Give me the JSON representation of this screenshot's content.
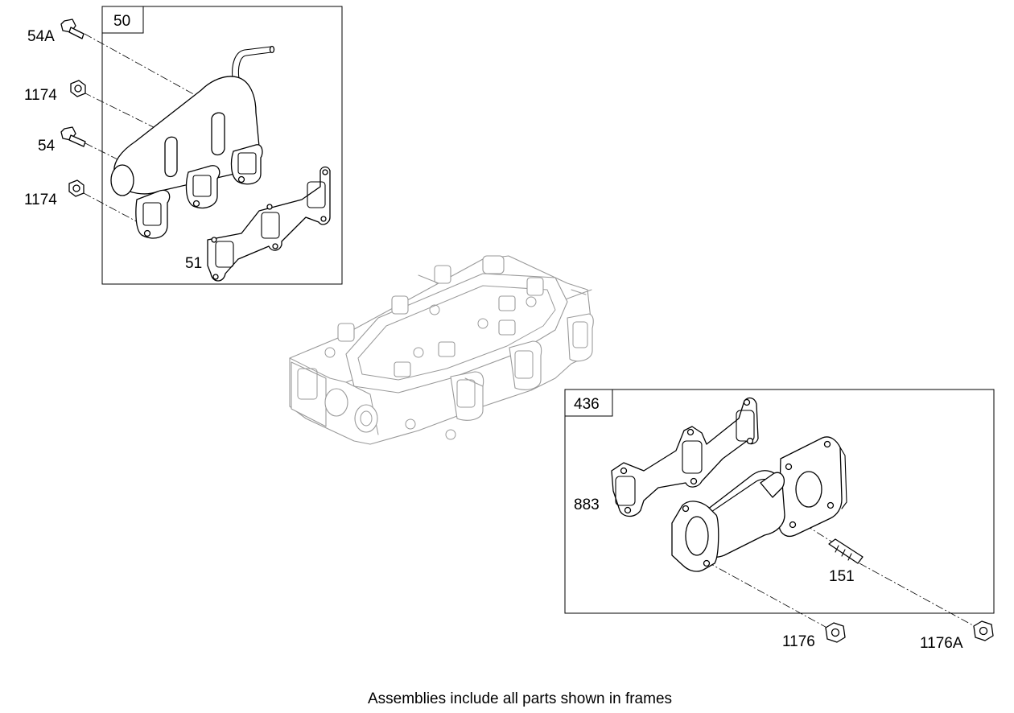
{
  "caption": "Assemblies include all parts shown in frames",
  "frames": [
    {
      "id": "frame-50",
      "label": "50"
    },
    {
      "id": "frame-436",
      "label": "436"
    }
  ],
  "callouts": {
    "c54a": "54A",
    "c1174a": "1174",
    "c54": "54",
    "c1174b": "1174",
    "c51": "51",
    "c883": "883",
    "c151": "151",
    "c1176": "1176",
    "c1176a": "1176A"
  }
}
